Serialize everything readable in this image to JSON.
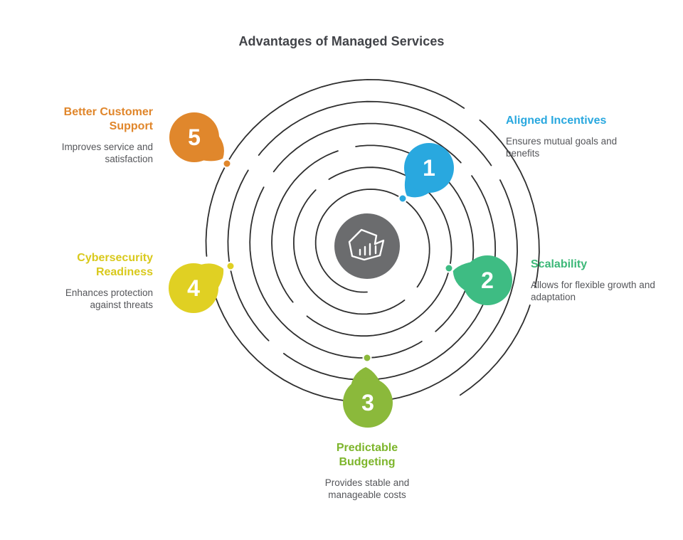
{
  "title": "Advantages of Managed Services",
  "diagram": {
    "spiral_color": "#2E2E2E",
    "center_color": "#6B6C6E",
    "center_icon": "badge-chart-icon"
  },
  "items": [
    {
      "number": "1",
      "label": "Aligned Incentives",
      "description": "Ensures mutual goals and benefits",
      "color": "#29A8DF",
      "label_color": "#29A8DF"
    },
    {
      "number": "2",
      "label": "Scalability",
      "description": "Allows for flexible growth and adaptation",
      "color": "#3EBC83",
      "label_color": "#3CB878"
    },
    {
      "number": "3",
      "label": "Predictable Budgeting",
      "description": "Provides stable and manageable costs",
      "color": "#8BB93B",
      "label_color": "#7DB52B"
    },
    {
      "number": "4",
      "label": "Cybersecurity Readiness",
      "description": "Enhances protection against threats",
      "color": "#E0D023",
      "label_color": "#D9C91C"
    },
    {
      "number": "5",
      "label": "Better Customer Support",
      "description": "Improves service and satisfaction",
      "color": "#E0872C",
      "label_color": "#E0862B"
    }
  ]
}
